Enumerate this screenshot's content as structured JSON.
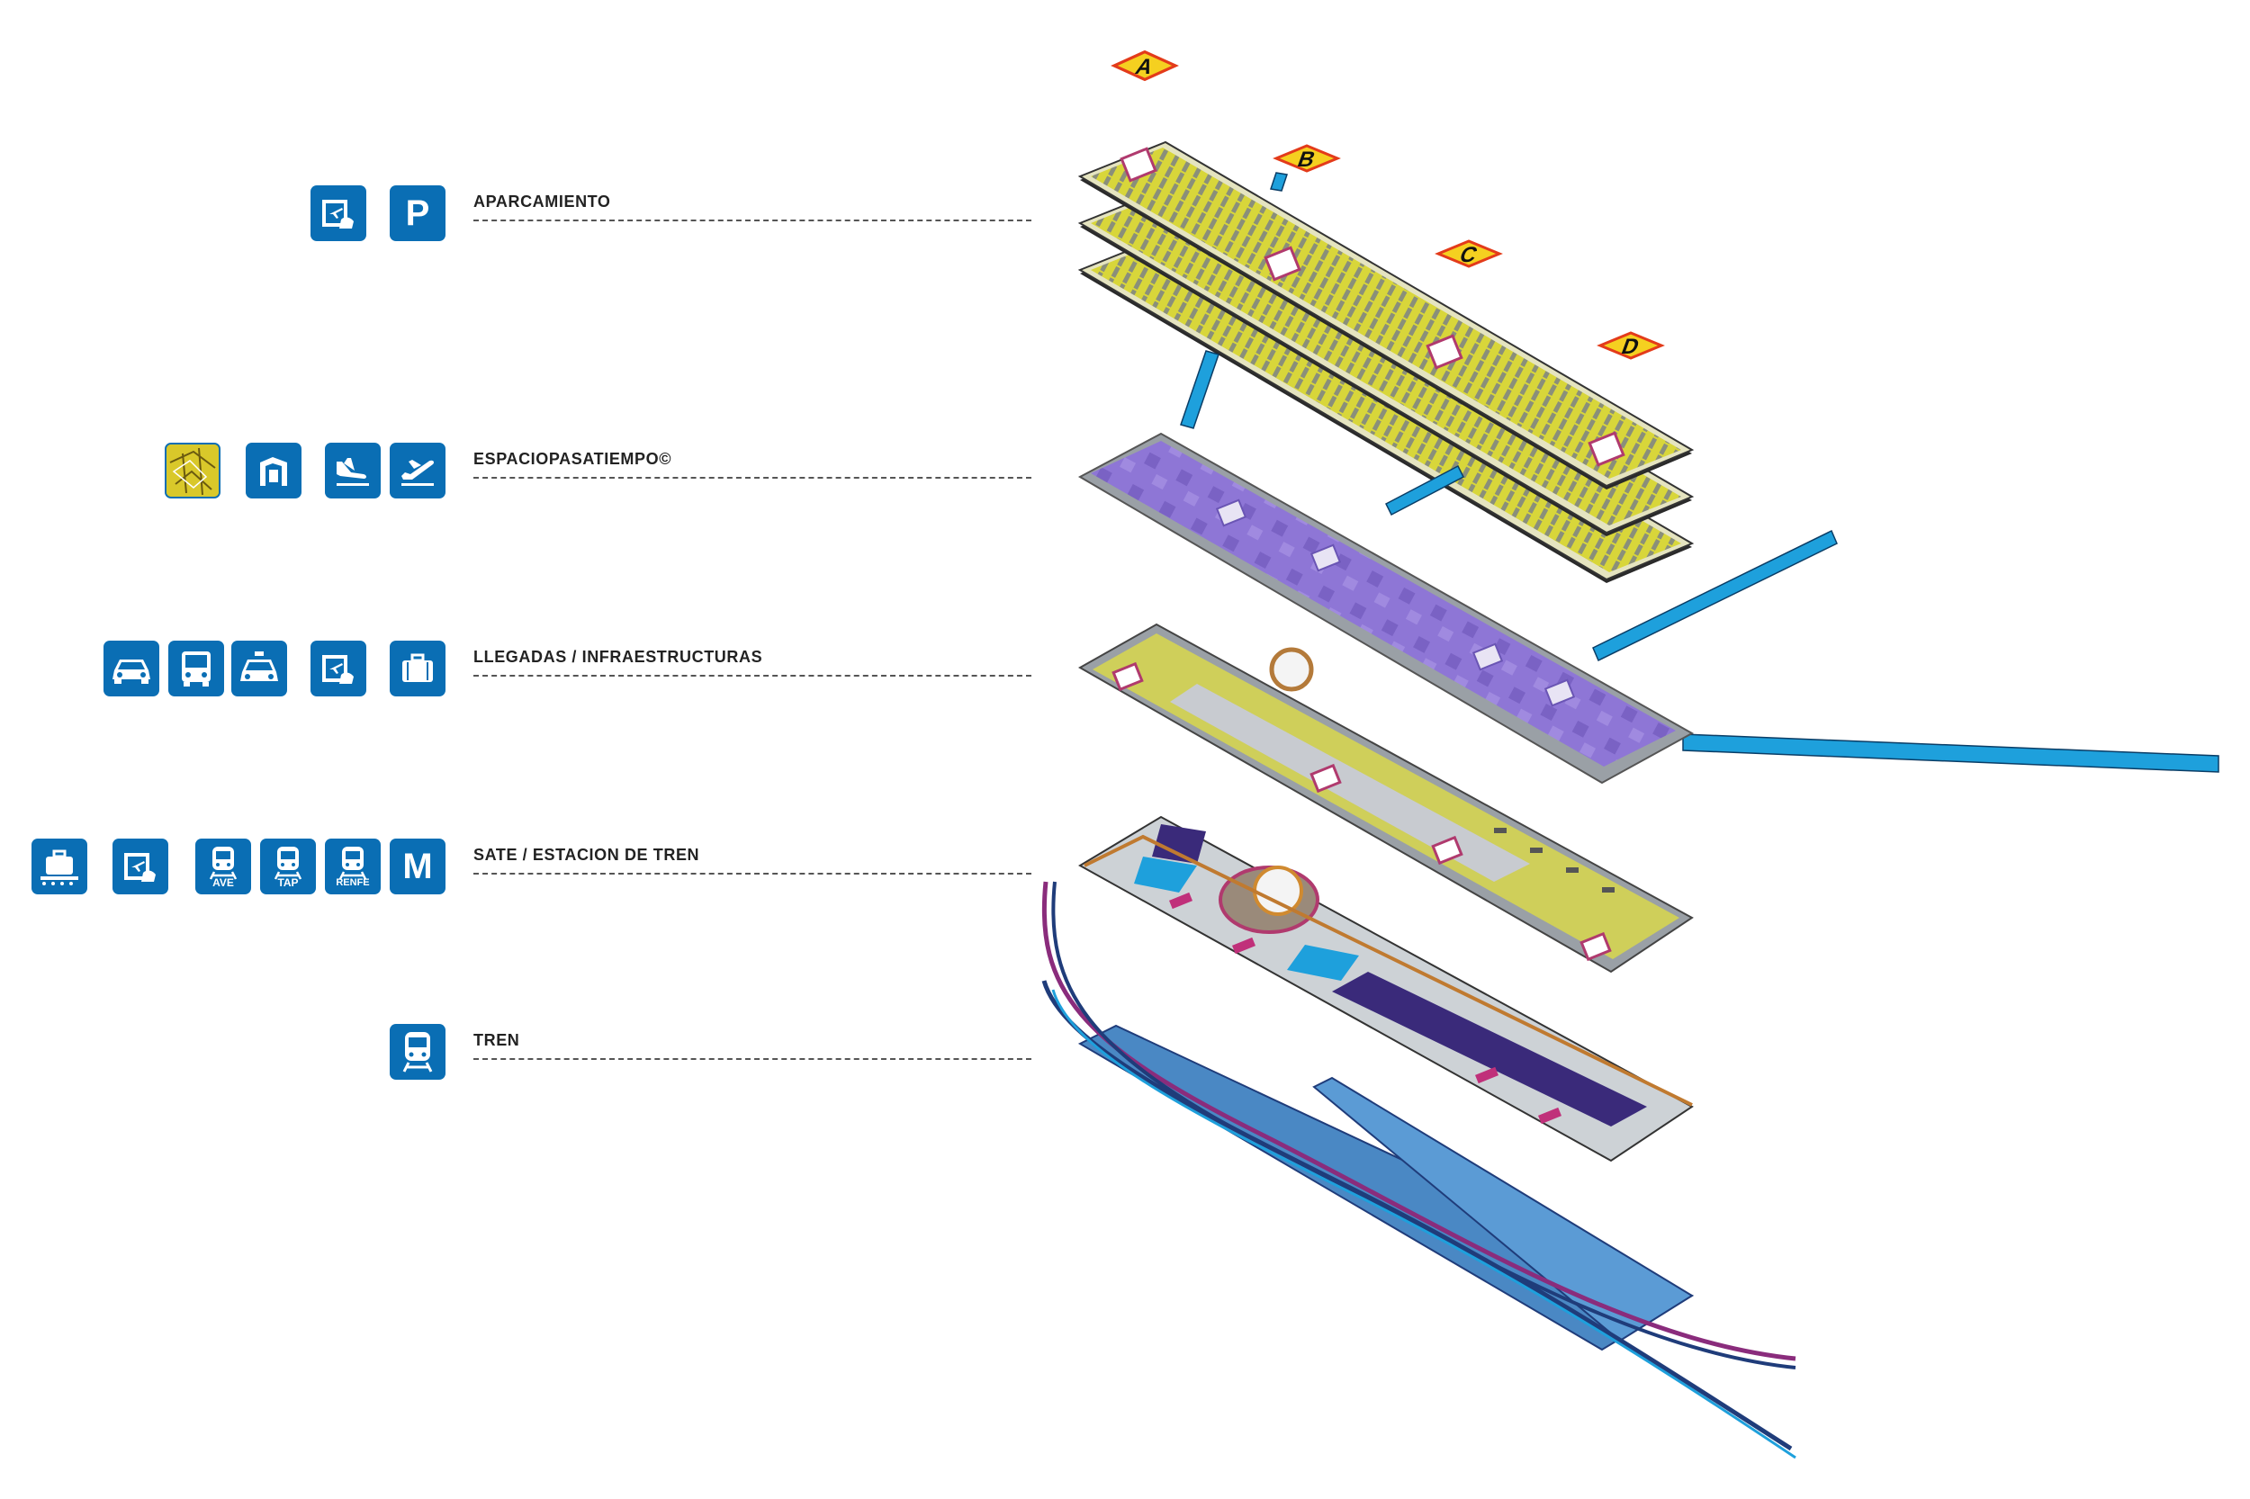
{
  "levels": [
    {
      "label": "APARCAMIENTO",
      "icons": [
        "hand-plane-icon",
        "parking-icon"
      ]
    },
    {
      "label": "ESPACIOPASATIEMPO©",
      "icons": [
        "map-icon",
        "shop-icon",
        "arrival-plane-icon",
        "departure-plane-icon"
      ]
    },
    {
      "label": "LLEGADAS / INFRAESTRUCTURAS",
      "icons": [
        "car-icon",
        "bus-icon",
        "taxi-icon",
        "hand-plane-icon",
        "luggage-icon"
      ]
    },
    {
      "label": "SATE / ESTACION DE TREN",
      "icons": [
        "baggage-claim-icon",
        "hand-plane-icon",
        "train-ave-icon",
        "train-tap-icon",
        "train-renfe-icon",
        "metro-icon"
      ]
    },
    {
      "label": "TREN",
      "icons": [
        "train-icon"
      ]
    }
  ],
  "train_labels": {
    "ave": "AVE",
    "tap": "TAP",
    "renfe": "RENFE",
    "metro": "M",
    "parking": "P"
  },
  "zones": [
    "A",
    "B",
    "C",
    "D"
  ],
  "colors": {
    "icon_blue": "#0a6eb4",
    "parking_yellow": "#d8d63a",
    "mall_purple": "#8e76d6",
    "connector_blue": "#1ea0dc",
    "rail_navy": "#1f3c7a",
    "rail_magenta": "#8a2c7c",
    "zone_orange": "#f5a21b"
  }
}
